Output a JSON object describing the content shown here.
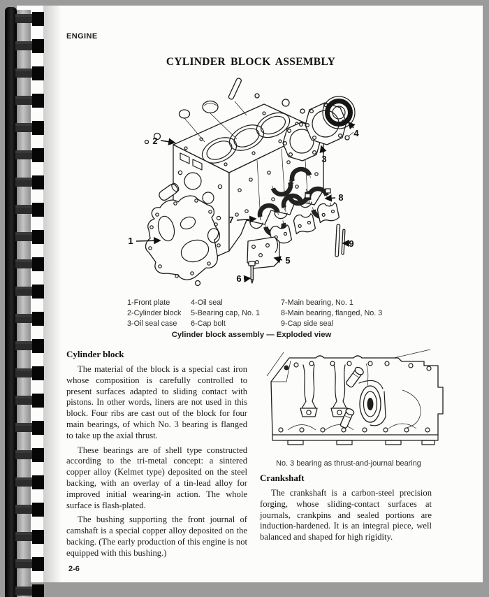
{
  "colors": {
    "frame_gray": "#9b9b9b",
    "page": "#fcfcfb",
    "ink": "#1d1d1d"
  },
  "header": {
    "label": "ENGINE"
  },
  "title": "CYLINDER BLOCK ASSEMBLY",
  "figure1": {
    "caption": "Cylinder block assembly — Exploded view",
    "callouts": [
      "1",
      "2",
      "3",
      "4",
      "5",
      "6",
      "7",
      "8",
      "9"
    ],
    "parts_columns": [
      [
        "1-Front plate",
        "2-Cylinder block",
        "3-Oil seal case"
      ],
      [
        "4-Oil seal",
        "5-Bearing cap, No. 1",
        "6-Cap bolt"
      ],
      [
        "7-Main bearing, No. 1",
        "8-Main bearing, flanged, No. 3",
        "9-Cap side seal"
      ]
    ]
  },
  "cylinder_block": {
    "heading": "Cylinder block",
    "p1": "The material of the block is a special cast iron whose composition is carefully controlled to present surfaces adapted to sliding contact with pistons. In other words, liners are not used in this block. Four ribs are cast out of the block for four main bearings, of which No. 3 bearing is flanged to take up the axial thrust.",
    "p2": "These bearings are of shell type constructed according to the tri-metal concept: a sintered copper alloy (Kelmet type) deposited on the steel backing, with an overlay of a tin-lead alloy for improved initial wearing-in action. The whole surface is flash-plated.",
    "p3": "The bushing supporting the front journal of camshaft is a special copper alloy deposited on the backing. (The early production of this engine is not equipped with this bushing.)"
  },
  "figure2": {
    "caption": "No. 3 bearing as thrust-and-journal bearing"
  },
  "crankshaft": {
    "heading": "Crankshaft",
    "p1": "The crankshaft is a carbon-steel precision forging, whose sliding-contact surfaces at journals, crankpins and sealed portions are induction-hardened. It is an integral piece, well balanced and shaped for high rigidity."
  },
  "footer": {
    "page_number": "2-6"
  }
}
